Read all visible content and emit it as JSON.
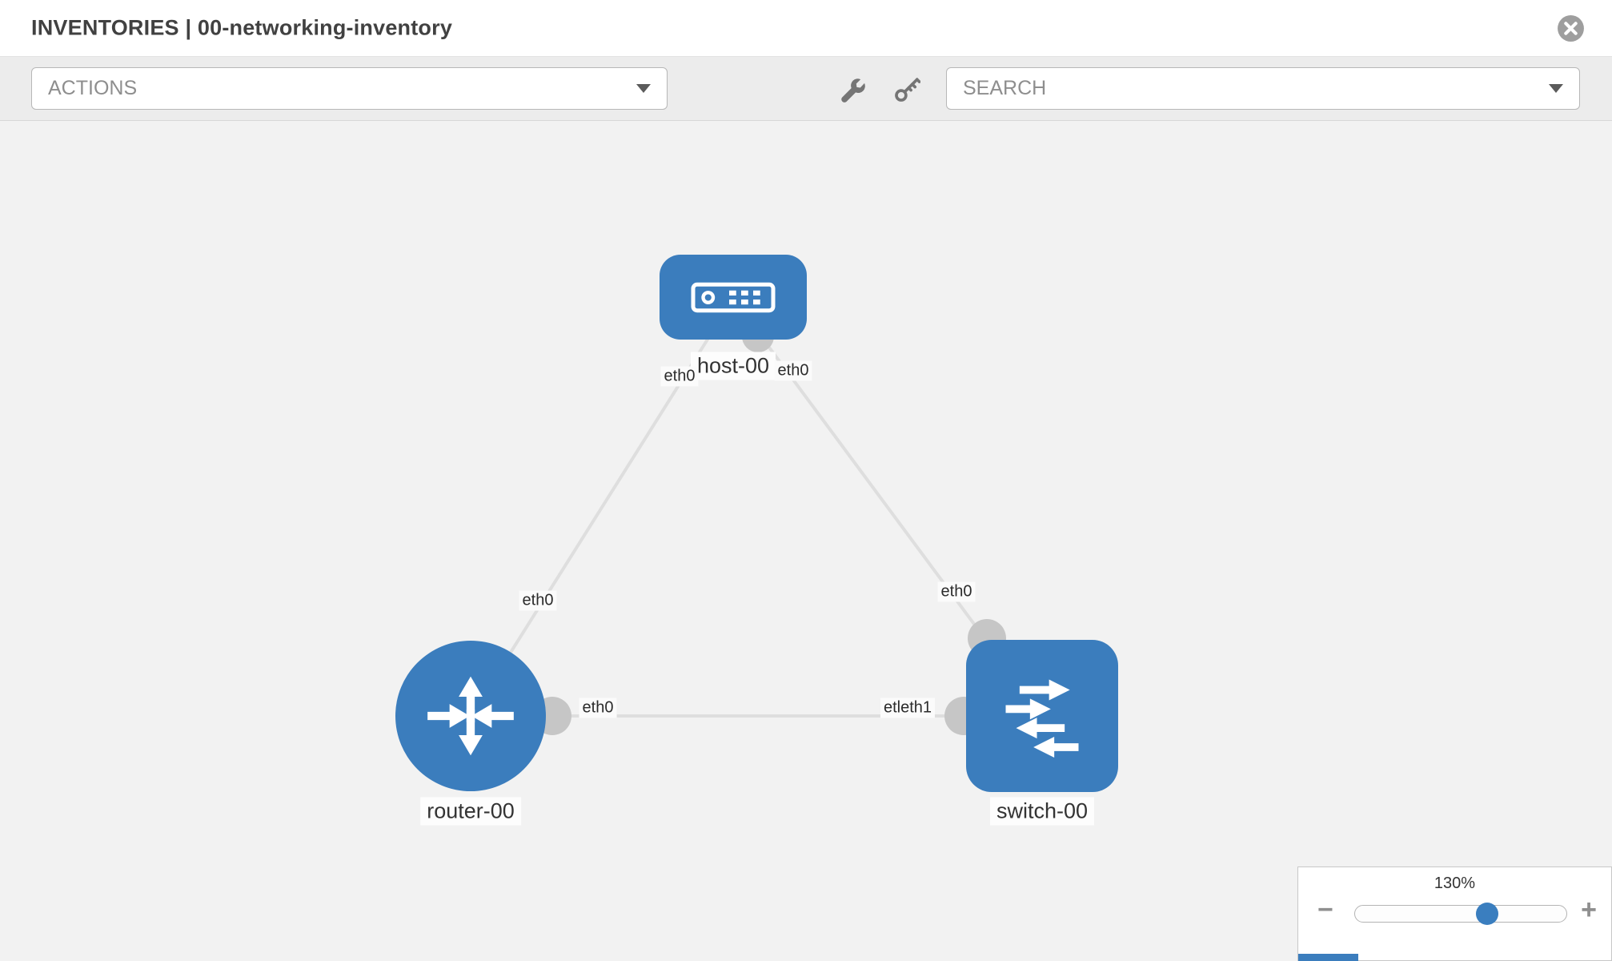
{
  "header": {
    "title": "INVENTORIES | 00-networking-inventory"
  },
  "toolbar": {
    "actions_placeholder": "ACTIONS",
    "search_placeholder": "SEARCH"
  },
  "topology": {
    "nodes": [
      {
        "label": "host-00",
        "type": "host"
      },
      {
        "label": "router-00",
        "type": "router"
      },
      {
        "label": "switch-00",
        "type": "switch"
      }
    ],
    "interface_labels": {
      "host_left": "eth0",
      "host_right": "eth0",
      "router_top": "eth0",
      "router_right": "eth0",
      "switch_top": "eth0",
      "switch_left": "etleth1"
    }
  },
  "zoom": {
    "level": "130%",
    "minus": "−",
    "plus": "+",
    "slider_value": "64"
  }
}
